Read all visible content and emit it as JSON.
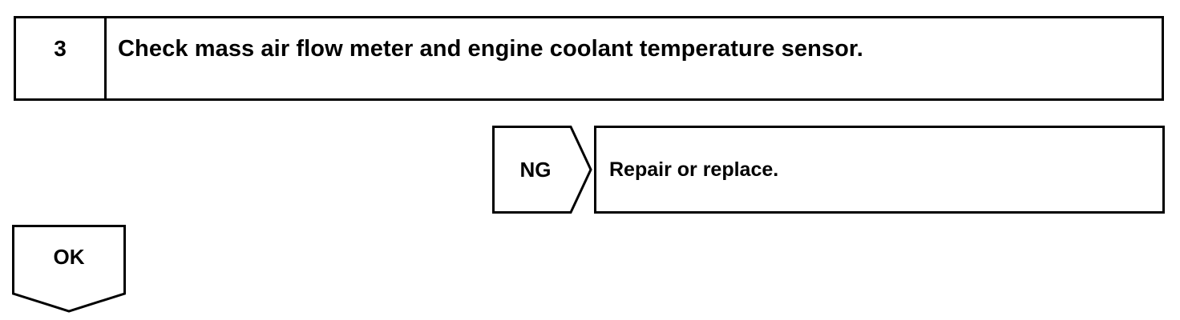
{
  "step": {
    "number": "3",
    "title": "Check mass air flow meter and engine coolant temperature sensor."
  },
  "ng_branch": {
    "label": "NG",
    "action": "Repair or replace."
  },
  "ok_branch": {
    "label": "OK"
  }
}
